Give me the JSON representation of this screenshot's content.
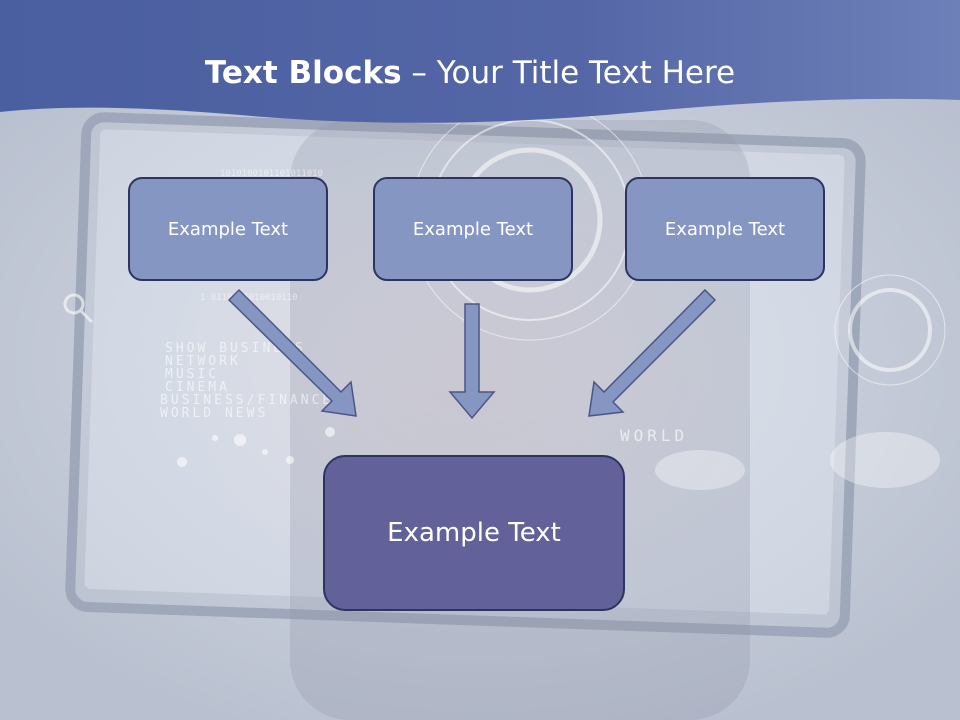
{
  "title": {
    "bold": "Text Blocks",
    "dash": " – ",
    "rest": "Your Title Text Here"
  },
  "blocks": [
    {
      "label": "Example Text"
    },
    {
      "label": "Example Text"
    },
    {
      "label": "Example Text"
    }
  ],
  "target": {
    "label": "Example Text"
  },
  "background_texts": {
    "menu": [
      "SHOW BUSINESS",
      "NETWORK",
      "MUSIC",
      "CINEMA",
      "BUSINESS/FINANCE",
      "WORLD NEWS"
    ],
    "world": "WORLD",
    "digits_1": "1010100101101011010",
    "digits_2": "1 0110111010010110"
  },
  "colors": {
    "header": "#4a5fa0",
    "small_box": "#8696c3",
    "big_box": "#636199",
    "arrow": "#8696c3",
    "border": "#2c3560"
  }
}
